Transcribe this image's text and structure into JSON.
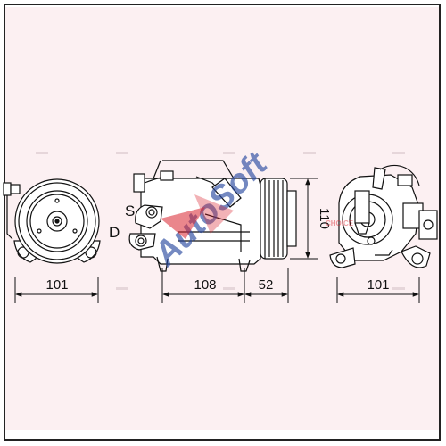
{
  "dimensions": {
    "front_width": "101",
    "side_length": "108",
    "pulley_depth": "52",
    "height": "110",
    "rear_width": "101"
  },
  "ports": {
    "suction": "S",
    "discharge": "D"
  },
  "watermark": {
    "brand": "AutoSoft",
    "overlay": "CHOICE"
  },
  "colors": {
    "line": "#111111",
    "panel": "#fcf0f2",
    "watermark_red": "#d9232d",
    "watermark_blue": "#2a4aa0"
  }
}
